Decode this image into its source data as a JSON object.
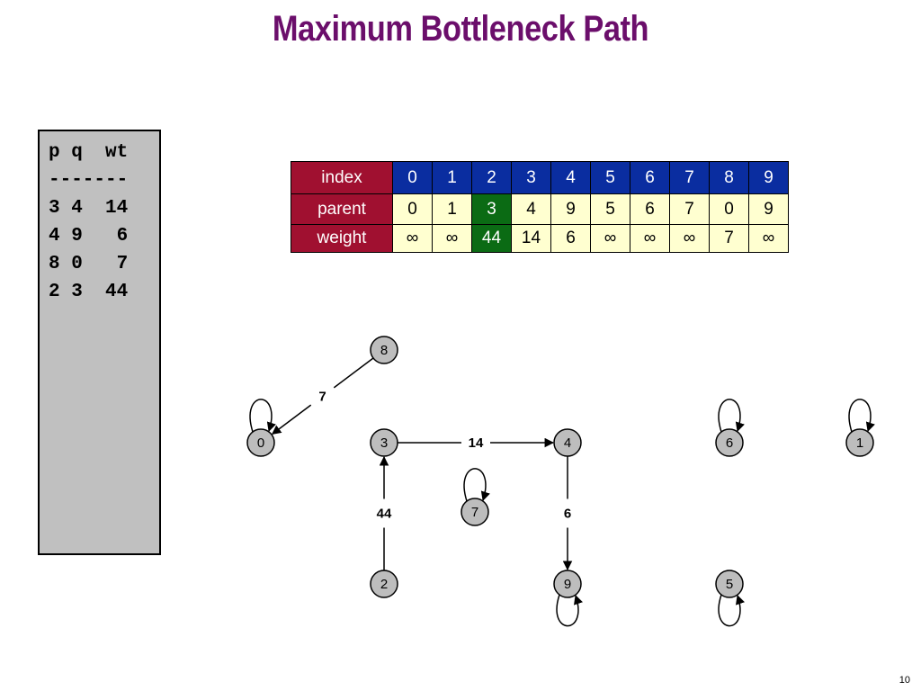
{
  "title": "Maximum Bottleneck Path",
  "input": {
    "header": "p q  wt",
    "divider": "-------",
    "rows": [
      "3 4  14",
      "4 9   6",
      "8 0   7",
      "2 3  44"
    ]
  },
  "table": {
    "labels": {
      "index": "index",
      "parent": "parent",
      "weight": "weight"
    },
    "index": [
      "0",
      "1",
      "2",
      "3",
      "4",
      "5",
      "6",
      "7",
      "8",
      "9"
    ],
    "parent": [
      "0",
      "1",
      "3",
      "4",
      "9",
      "5",
      "6",
      "7",
      "0",
      "9"
    ],
    "weight": [
      "∞",
      "∞",
      "44",
      "14",
      "6",
      "∞",
      "∞",
      "∞",
      "7",
      "∞"
    ],
    "highlight_index": 2,
    "colors": {
      "label_bg": "#A01030",
      "index_bg": "#0A2DA0",
      "cell_bg": "#FFFFD0",
      "highlight_bg": "#0B6B14"
    }
  },
  "graph": {
    "nodes": [
      "0",
      "1",
      "2",
      "3",
      "4",
      "5",
      "6",
      "7",
      "8",
      "9"
    ],
    "edges": [
      {
        "from": "8",
        "to": "0",
        "weight": "7"
      },
      {
        "from": "3",
        "to": "4",
        "weight": "14"
      },
      {
        "from": "2",
        "to": "3",
        "weight": "44"
      },
      {
        "from": "4",
        "to": "9",
        "weight": "6"
      }
    ],
    "self_loops": [
      "0",
      "6",
      "1",
      "7",
      "9",
      "5"
    ]
  },
  "page_number": "10"
}
